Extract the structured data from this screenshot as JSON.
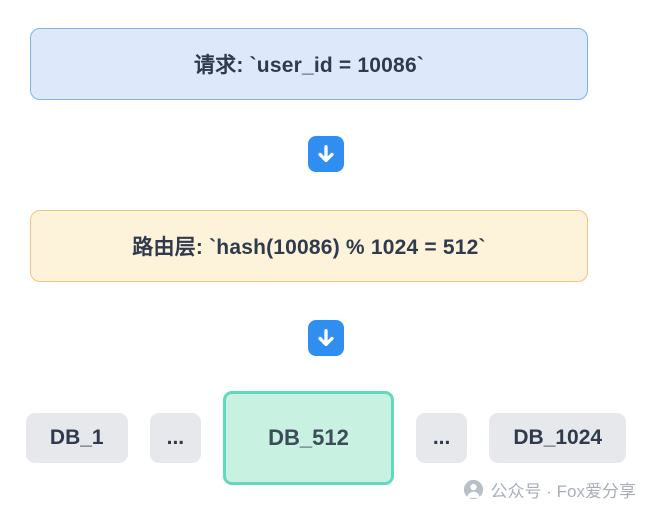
{
  "diagram": {
    "request_box": {
      "label": "请求: `user_id = 10086`"
    },
    "router_box": {
      "label": "路由层: `hash(10086) % 1024 = 512`"
    },
    "arrows": [
      {
        "name": "down-arrow-icon-1",
        "glyph": "down"
      },
      {
        "name": "down-arrow-icon-2",
        "glyph": "down"
      }
    ],
    "databases": [
      {
        "label": "DB_1",
        "highlight": false
      },
      {
        "label": "...",
        "highlight": false
      },
      {
        "label": "DB_512",
        "highlight": true
      },
      {
        "label": "...",
        "highlight": false
      },
      {
        "label": "DB_1024",
        "highlight": false
      }
    ],
    "watermark": {
      "text": "公众号 · Fox爱分享"
    }
  },
  "colors": {
    "request_bg": "#dde9fa",
    "request_border": "#82b2ee",
    "router_bg": "#fdf2da",
    "router_border": "#f2c57e",
    "arrow_bg": "#2f8ef0",
    "db_bg": "#e6e8ec",
    "db_highlight_bg": "#c9f1e1",
    "db_highlight_border": "#63d8bf",
    "text": "#2f3b4c",
    "watermark_text": "#a9afba"
  }
}
